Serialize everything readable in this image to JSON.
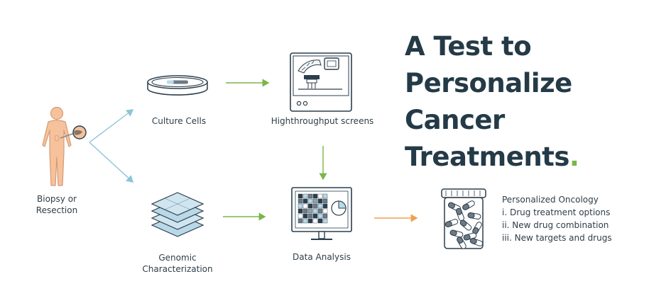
{
  "title": {
    "lines": [
      "A Test to",
      "Personalize",
      "Cancer",
      "Treatments"
    ],
    "final_dot": "."
  },
  "nodes": {
    "biopsy": [
      "Biopsy or",
      "Resection"
    ],
    "culture": "Culture Cells",
    "screens": "Highthroughput screens",
    "genomic": [
      "Genomic",
      "Characterization"
    ],
    "analysis": "Data Analysis",
    "oncology": {
      "heading": "Personalized Oncology",
      "items": [
        "i. Drug treatment options",
        "ii. New drug combination",
        "iii. New targets and drugs"
      ]
    }
  },
  "colors": {
    "ink": "#2c3e4c",
    "title": "#243a47",
    "accent_green": "#7ab648",
    "arrow_blue": "#8cc4d8",
    "arrow_orange": "#f0a150",
    "skin": "#f5c29b",
    "skin_line": "#d79a74",
    "layer_blue": "#b9d9e8"
  },
  "icons": [
    "human-body-icon",
    "petri-dish-icon",
    "screening-machine-icon",
    "dna-layers-icon",
    "monitor-analysis-icon",
    "pill-jar-icon"
  ]
}
